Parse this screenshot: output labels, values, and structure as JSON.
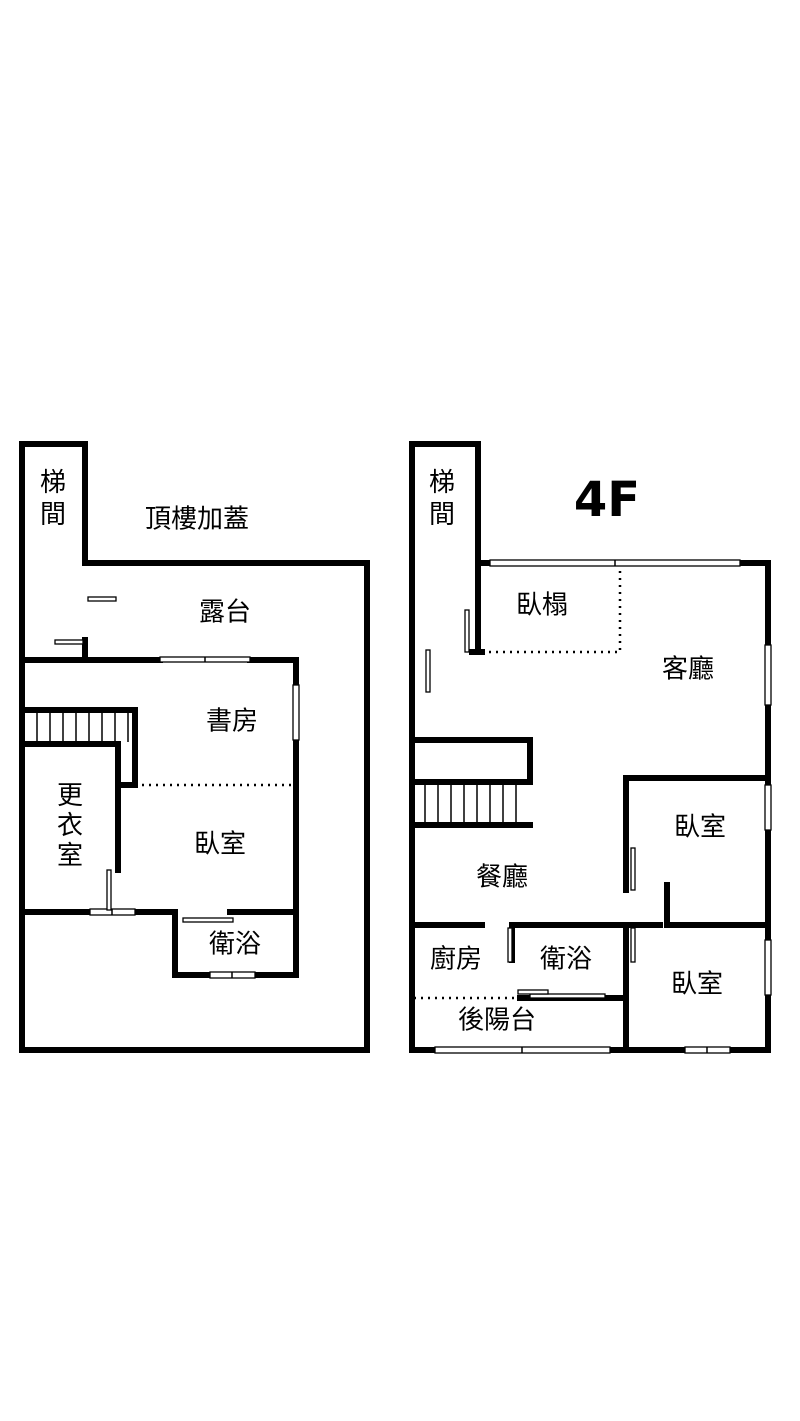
{
  "left_plan": {
    "rooms": [
      {
        "key": "stair",
        "text": "梯\n間"
      },
      {
        "key": "rooftop",
        "text": "頂樓加蓋"
      },
      {
        "key": "terrace",
        "text": "露台"
      },
      {
        "key": "study",
        "text": "書房"
      },
      {
        "key": "closet",
        "text": "更\n衣\n室"
      },
      {
        "key": "bedroom",
        "text": "臥室"
      },
      {
        "key": "bath",
        "text": "衛浴"
      }
    ]
  },
  "right_plan": {
    "floor_label": "4F",
    "rooms": [
      {
        "key": "stair",
        "text": "梯\n間"
      },
      {
        "key": "tatami",
        "text": "臥榻"
      },
      {
        "key": "living",
        "text": "客廳"
      },
      {
        "key": "bedroom1",
        "text": "臥室"
      },
      {
        "key": "dining",
        "text": "餐廳"
      },
      {
        "key": "kitchen",
        "text": "廚房"
      },
      {
        "key": "bath",
        "text": "衛浴"
      },
      {
        "key": "bedroom2",
        "text": "臥室"
      },
      {
        "key": "rear_balcony",
        "text": "後陽台"
      }
    ]
  }
}
